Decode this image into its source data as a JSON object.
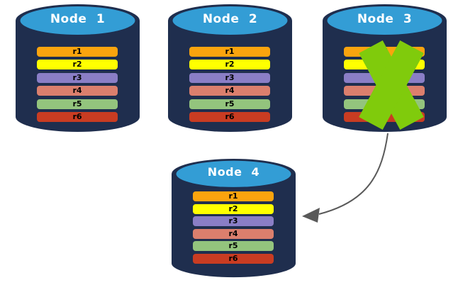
{
  "diagram": {
    "palette": {
      "cylinder_body": "#1f2e4e",
      "cylinder_top": "#339dd5",
      "title_text": "#ffffff",
      "record_text": "#000000",
      "failure_x": "#80cb0c",
      "arrow": "#595959"
    },
    "records": [
      {
        "label": "r1",
        "color": "#faa40e"
      },
      {
        "label": "r2",
        "color": "#ffff00"
      },
      {
        "label": "r3",
        "color": "#8a7ec6"
      },
      {
        "label": "r4",
        "color": "#db7f6d"
      },
      {
        "label": "r5",
        "color": "#93c47d"
      },
      {
        "label": "r6",
        "color": "#c93c22"
      }
    ],
    "nodes": [
      {
        "title": "Node 1",
        "failed": false
      },
      {
        "title": "Node 2",
        "failed": false
      },
      {
        "title": "Node 3",
        "failed": true
      },
      {
        "title": "Node 4",
        "failed": false
      }
    ],
    "icons": {
      "failure": "green-x-mark",
      "transfer": "curved-arrow"
    },
    "arrow": {
      "from": "Node 3",
      "to": "Node 4"
    }
  }
}
